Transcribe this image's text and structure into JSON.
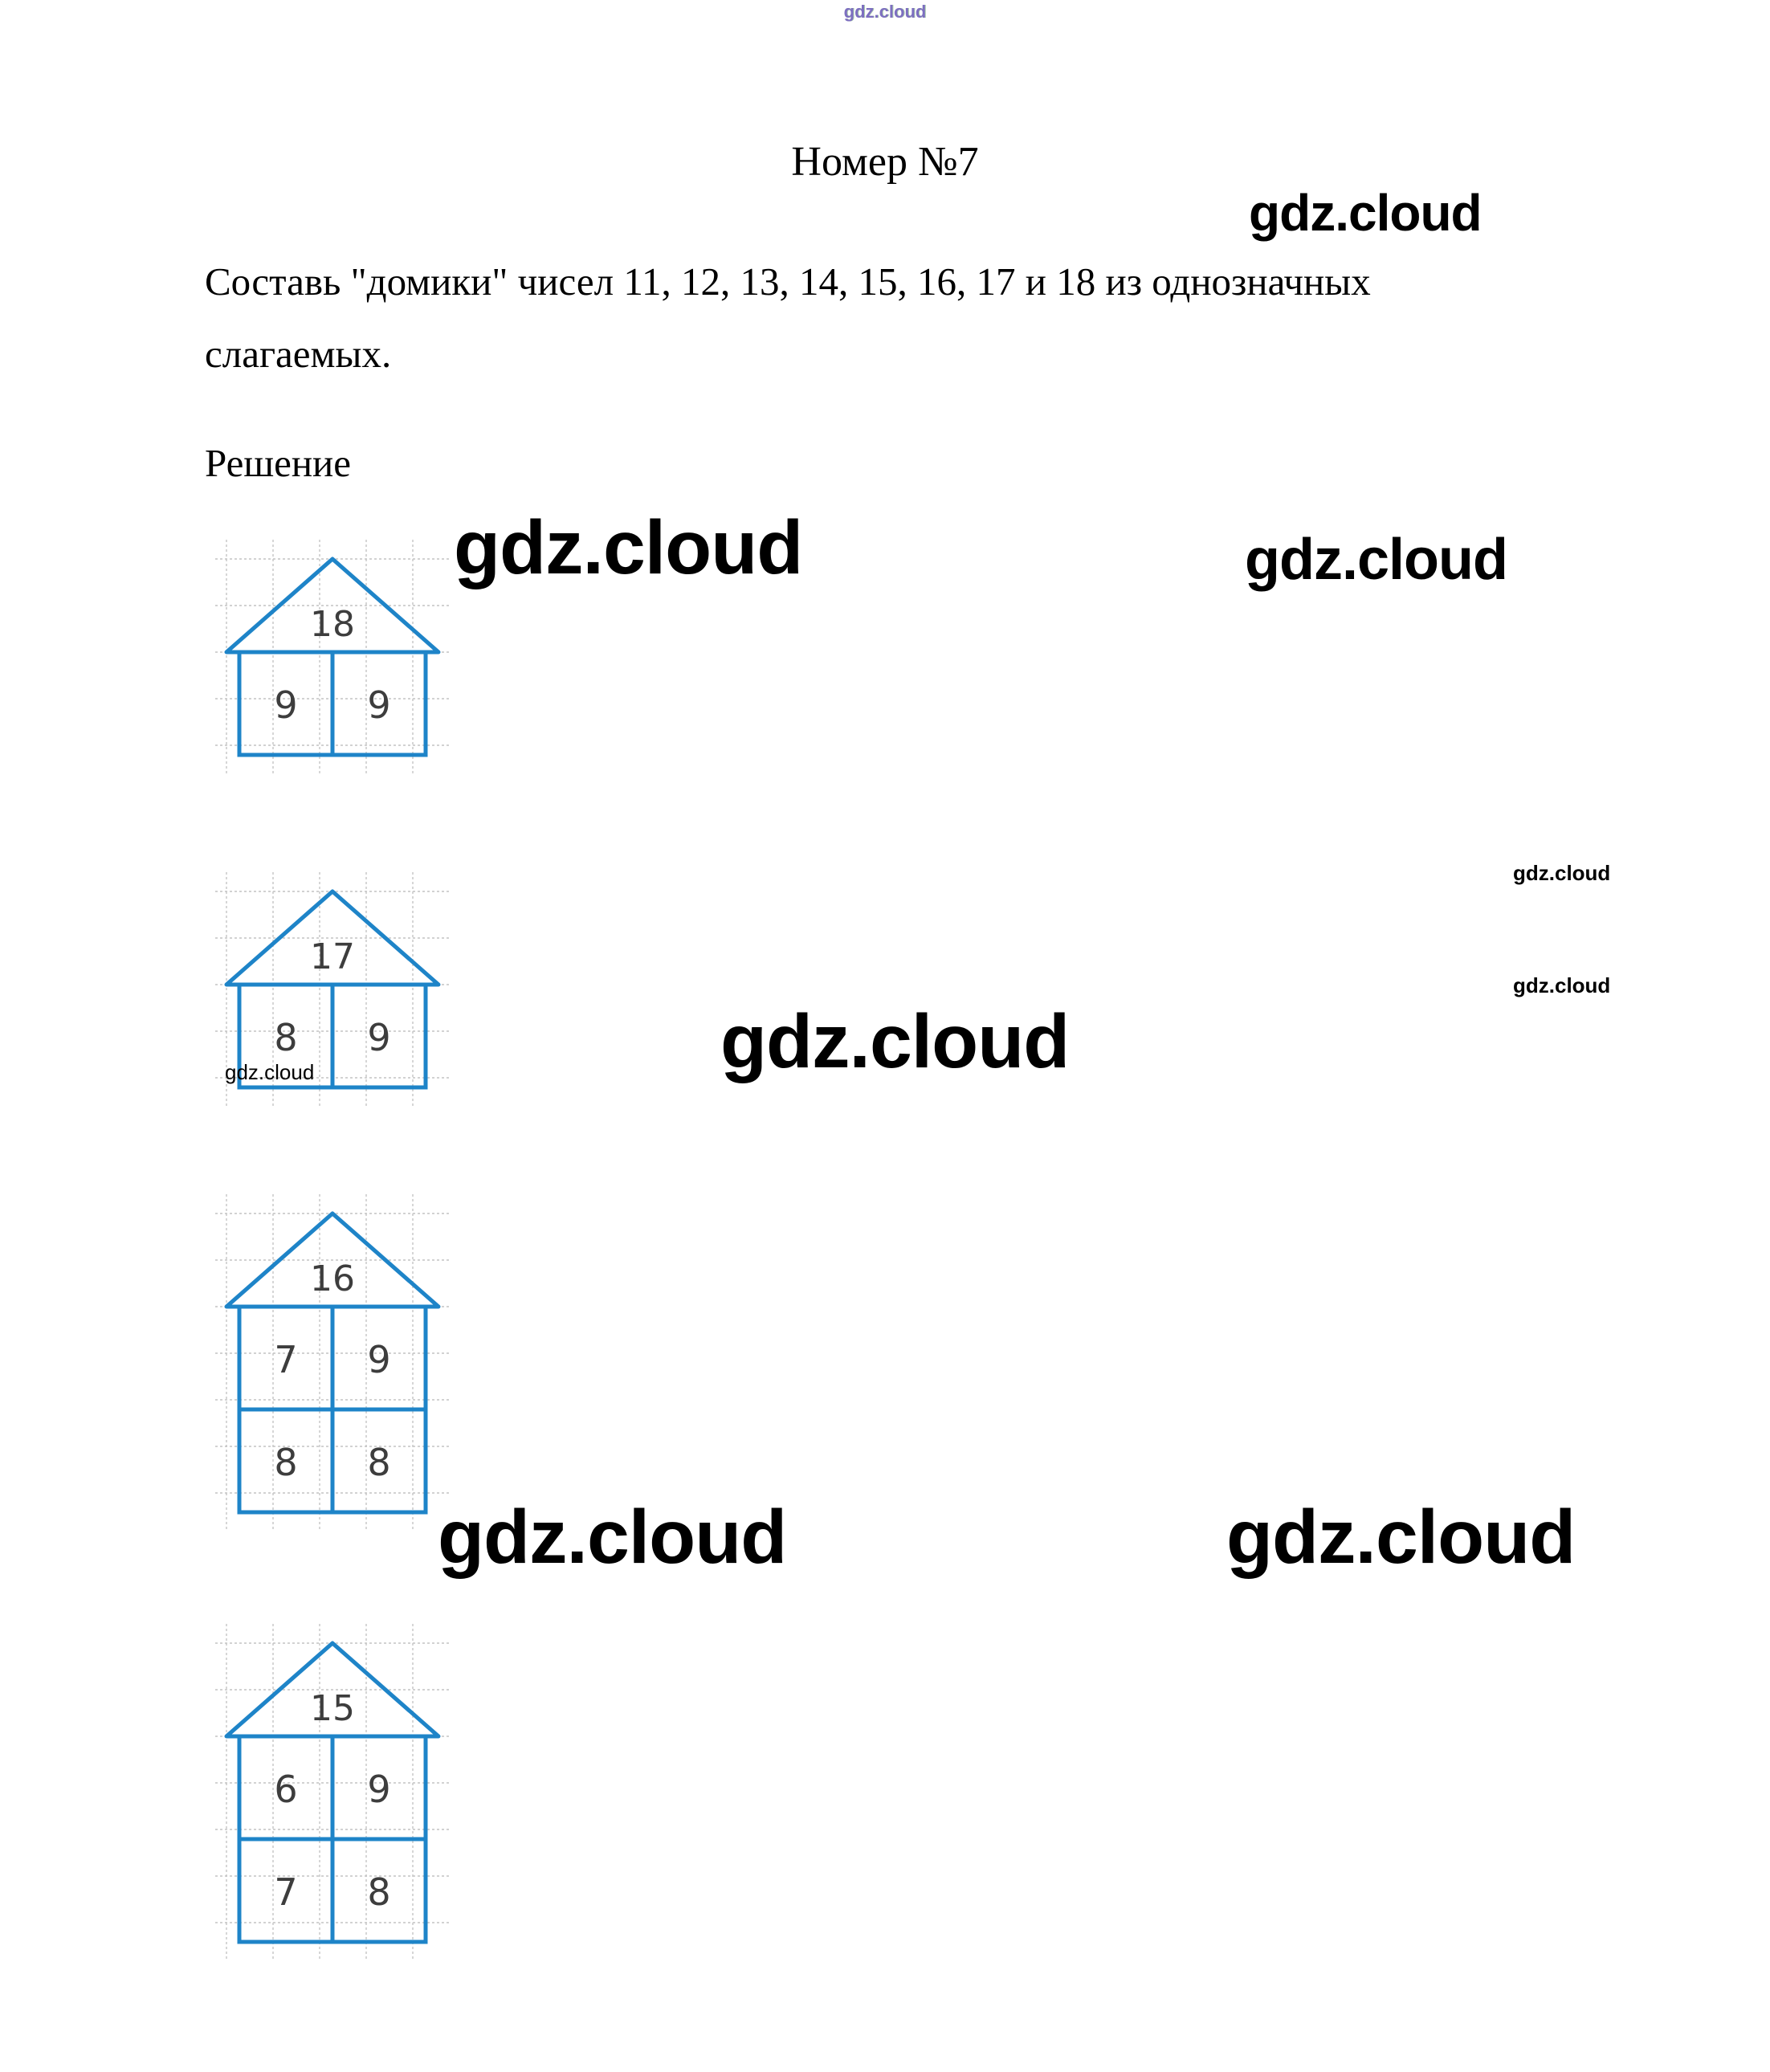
{
  "title": "Номер №7",
  "watermark_text": "gdz.cloud",
  "task": {
    "line1": "Составь \"домики\" чисел 11, 12, 13, 14, 15, 16, 17 и 18 из однозначных",
    "line2": "слагаемых."
  },
  "solution_label": "Решение",
  "colors": {
    "house_line": "#1e84c8",
    "grid_line": "#c4c4c4",
    "number": "#3d3d3d"
  },
  "houses": [
    {
      "roof": "18",
      "rows": [
        [
          "9",
          "9"
        ]
      ]
    },
    {
      "roof": "17",
      "rows": [
        [
          "8",
          "9"
        ]
      ]
    },
    {
      "roof": "16",
      "rows": [
        [
          "7",
          "9"
        ],
        [
          "8",
          "8"
        ]
      ]
    },
    {
      "roof": "15",
      "rows": [
        [
          "6",
          "9"
        ],
        [
          "7",
          "8"
        ]
      ]
    }
  ]
}
